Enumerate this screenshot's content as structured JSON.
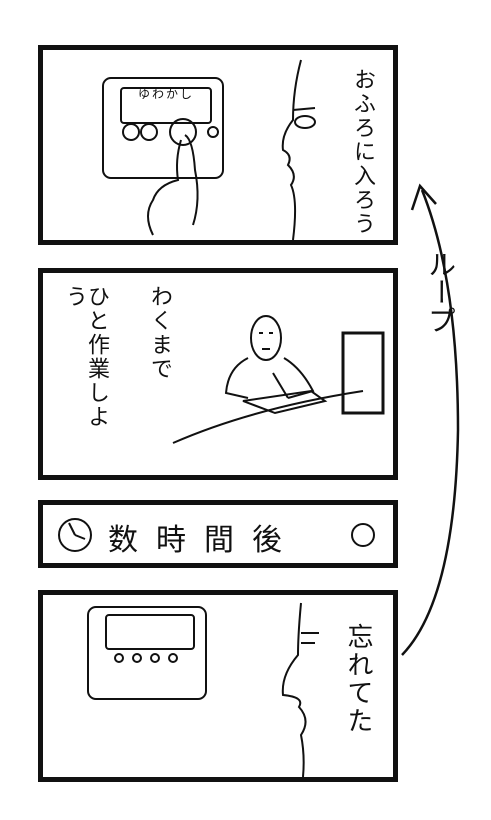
{
  "panel1": {
    "button_label": "ゆわかし",
    "dialogue": "おふろに入ろう"
  },
  "panel2": {
    "dialogue_right": "わくまで",
    "dialogue_left": "ひと作業しよう"
  },
  "panel3": {
    "caption": "数時間後"
  },
  "panel4": {
    "dialogue": "忘れてた"
  },
  "loop_label": "ループ"
}
